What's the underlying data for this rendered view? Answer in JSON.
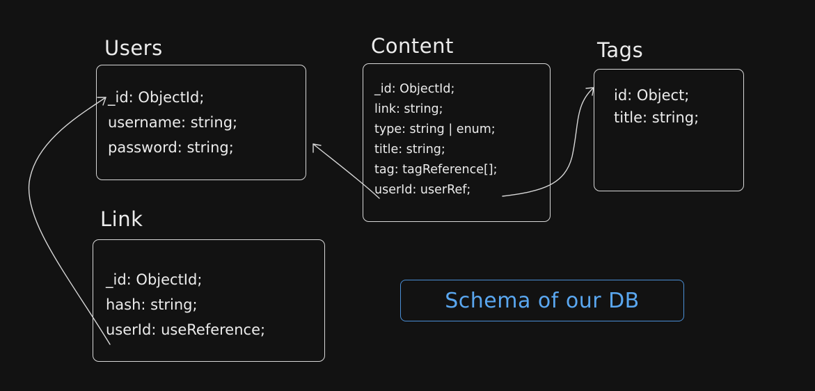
{
  "entities": {
    "users": {
      "title": "Users",
      "fields": [
        "_id: ObjectId;",
        "username: string;",
        "password: string;"
      ]
    },
    "content": {
      "title": "Content",
      "fields": [
        "_id: ObjectId;",
        "link: string;",
        "type: string | enum;",
        "title: string;",
        "tag: tagReference[];",
        "userId: userRef;"
      ]
    },
    "tags": {
      "title": "Tags",
      "fields": [
        "id: Object;",
        "title: string;"
      ]
    },
    "link": {
      "title": "Link",
      "fields": [
        "_id: ObjectId;",
        "hash: string;",
        "userId: useReference;"
      ]
    }
  },
  "caption": "Schema of our DB",
  "colors": {
    "background": "#121212",
    "stroke": "#d8d8d8",
    "text": "#ececec",
    "accent": "#5aa7f0"
  }
}
